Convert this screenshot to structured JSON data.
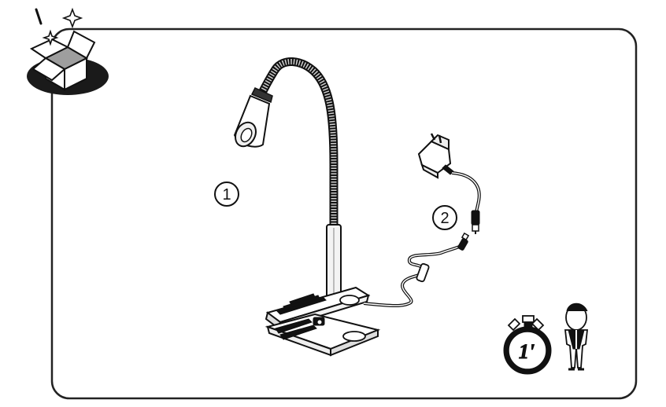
{
  "steps": [
    {
      "number": "1",
      "part": "desk-lamp-with-clip"
    },
    {
      "number": "2",
      "part": "power-adapter-with-cable"
    }
  ],
  "assembly_time": {
    "value": "1'",
    "icon": "stopwatch-icon"
  },
  "persons_required": {
    "count": 1,
    "icon": "person-icon"
  },
  "header_icon": "unboxing-icon",
  "colors": {
    "line": "#111111",
    "frame": "#222222",
    "shadow": "#1a1a1a",
    "fill_light": "#f2f2f2",
    "fill_mid": "#bdbdbd"
  }
}
